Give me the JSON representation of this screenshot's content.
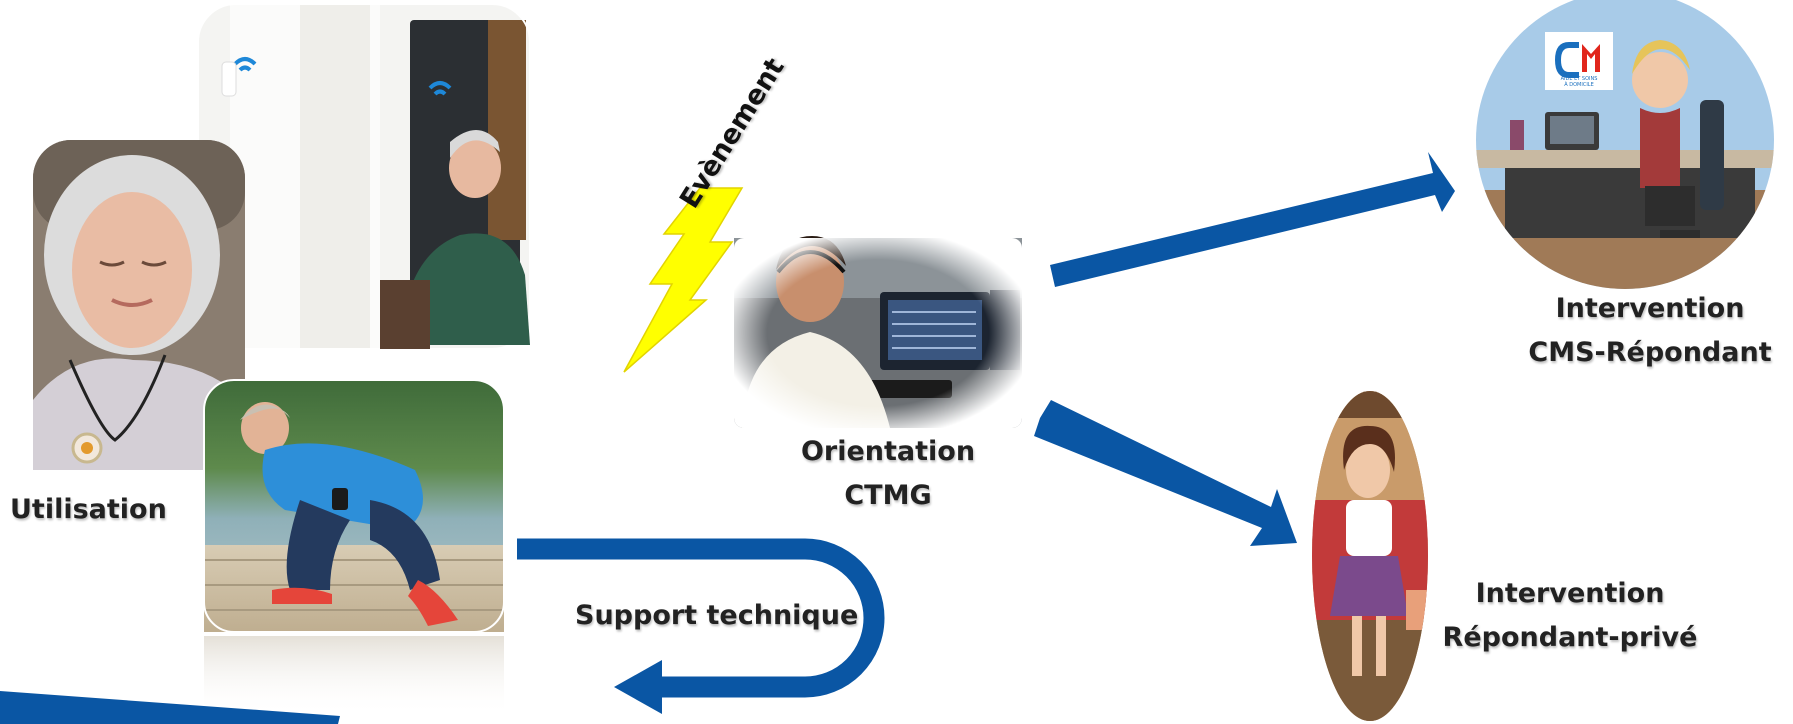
{
  "colors": {
    "arrow": "#0a56a4",
    "bolt": "#ffff00",
    "text": "#222222"
  },
  "labels": {
    "utilisation": "Utilisation",
    "evenement": "Evènement",
    "orientation_line1": "Orientation",
    "orientation_line2": "CTMG",
    "intervention_cms_line1": "Intervention",
    "intervention_cms_line2": "CMS-Répondant",
    "intervention_prive_line1": "Intervention",
    "intervention_prive_line2": "Répondant-privé",
    "support": "Support technique"
  },
  "logo": {
    "text": "cms",
    "caption_line1": "AIDE ET SOINS",
    "caption_line2": "À DOMICILE"
  }
}
